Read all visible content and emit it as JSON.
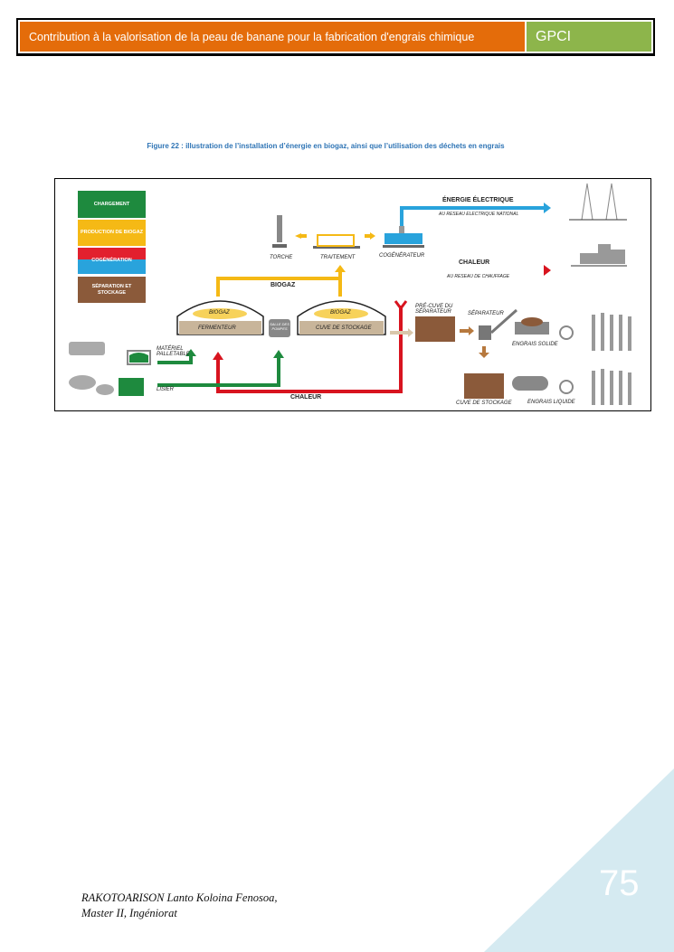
{
  "header": {
    "title": "Contribution à la valorisation de la peau de banane pour la fabrication d'engrais chimique",
    "tag": "GPCI"
  },
  "caption": "Figure 22 : illustration de l’installation d’énergie en biogaz, ainsi que l’utilisation des déchets en engrais",
  "figure": {
    "legend": [
      {
        "label": "CHARGEMENT",
        "color": "#1e8a3e"
      },
      {
        "label": "PRODUCTION DE BIOGAZ",
        "color": "#f5b915"
      },
      {
        "label": "COGÉNÉRATION",
        "color": "#e2202e"
      },
      {
        "label": "SÉPARATION ET STOCKAGE",
        "color": "#8b5a3a"
      }
    ],
    "labels": {
      "torche": "TORCHE",
      "traitement": "TRAITEMENT",
      "cogenerateur": "COGÉNÉRATEUR",
      "biogaz_line": "BIOGAZ",
      "biogaz_ferm": "BIOGAZ",
      "biogaz_cuve": "BIOGAZ",
      "fermenteur": "FERMENTEUR",
      "cuve_stockage": "CUVE DE STOCKAGE",
      "salle_pompes": "SALLE DES POMPES",
      "materiel": "MATÉRIEL PALLETABLE",
      "lisier": "LISIER",
      "chaleur_bottom": "CHALEUR",
      "energie": "ÉNERGIE ÉLECTRIQUE",
      "energie_sub": "AU RESEAU ELECTRIQUE NATIONAL",
      "chaleur": "CHALEUR",
      "chaleur_sub": "AU RESEAU DE CHAUFFAGE",
      "precuve": "PRÉ-CUVE DU SÉPARATEUR",
      "separateur": "SÉPARATEUR",
      "engrais_solide": "ENGRAIS SOLIDE",
      "cuve_stockage2": "CUVE DE STOCKAGE",
      "engrais_liquide": "ENGRAIS LIQUIDE"
    }
  },
  "page_number": "75",
  "author": {
    "line1": "RAKOTOARISON Lanto Koloina Fenosoa,",
    "line2": "Master II, Ingéniorat"
  }
}
